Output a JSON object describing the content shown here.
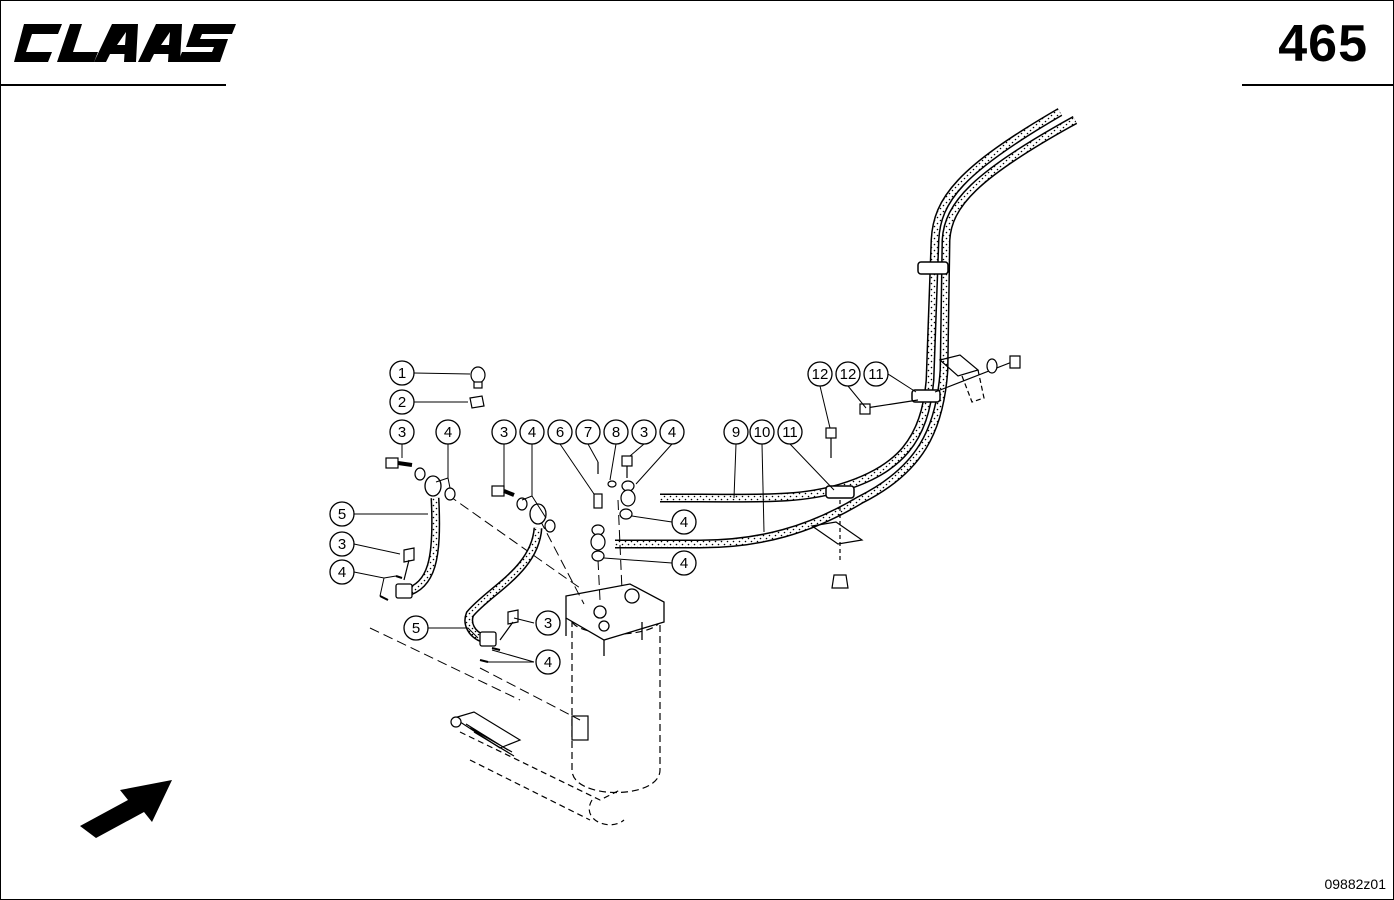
{
  "header": {
    "brand": "CLAAS",
    "page_number": "465"
  },
  "footer": {
    "drawing_code": "09882z01"
  },
  "callouts": [
    {
      "id": "c1",
      "label": "1"
    },
    {
      "id": "c2",
      "label": "2"
    },
    {
      "id": "c3a",
      "label": "3"
    },
    {
      "id": "c4a",
      "label": "4"
    },
    {
      "id": "c5a",
      "label": "5"
    },
    {
      "id": "c3b",
      "label": "3"
    },
    {
      "id": "c4b",
      "label": "4"
    },
    {
      "id": "c3c",
      "label": "3"
    },
    {
      "id": "c4c",
      "label": "4"
    },
    {
      "id": "c6",
      "label": "6"
    },
    {
      "id": "c7",
      "label": "7"
    },
    {
      "id": "c8",
      "label": "8"
    },
    {
      "id": "c3d",
      "label": "3"
    },
    {
      "id": "c4d",
      "label": "4"
    },
    {
      "id": "c4e",
      "label": "4"
    },
    {
      "id": "c4f",
      "label": "4"
    },
    {
      "id": "c9",
      "label": "9"
    },
    {
      "id": "c10",
      "label": "10"
    },
    {
      "id": "c11a",
      "label": "11"
    },
    {
      "id": "c12a",
      "label": "12"
    },
    {
      "id": "c12b",
      "label": "12"
    },
    {
      "id": "c11b",
      "label": "11"
    },
    {
      "id": "c5b",
      "label": "5"
    },
    {
      "id": "c3e",
      "label": "3"
    },
    {
      "id": "c4g",
      "label": "4"
    }
  ],
  "icons": {
    "logo": "claas-logo",
    "direction": "direction-arrow-icon"
  }
}
